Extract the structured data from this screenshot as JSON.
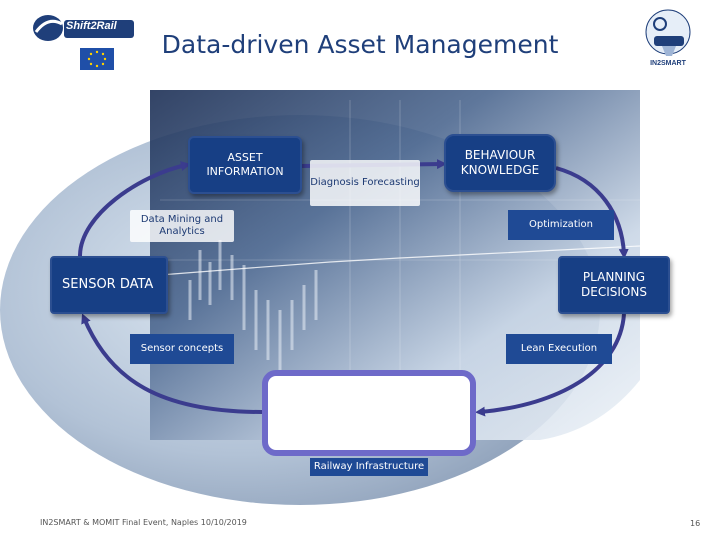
{
  "header": {
    "title": "Data-driven Asset Management",
    "logo_left": "Shift2Rail",
    "logo_right": "IN2SMART"
  },
  "nodes": {
    "asset_information": "ASSET INFORMATION",
    "diagnosis_forecasting": "Diagnosis Forecasting",
    "behaviour_knowledge": "BEHAVIOUR KNOWLEDGE",
    "data_mining": "Data Mining and Analytics",
    "optimization": "Optimization",
    "sensor_data": "SENSOR DATA",
    "planning_decisions": "PLANNING DECISIONS",
    "sensor_concepts": "Sensor concepts",
    "lean_execution": "Lean Execution",
    "railway_infrastructure": "Railway Infrastructure"
  },
  "footer": {
    "text": "IN2SMART & MOMIT Final Event, Naples 10/10/2019",
    "page_number": "16"
  },
  "colors": {
    "title": "#1f3f7a",
    "box_dark": "#173f85",
    "arrow": "#3b3c8e",
    "rail_border": "#6e6ac9"
  }
}
